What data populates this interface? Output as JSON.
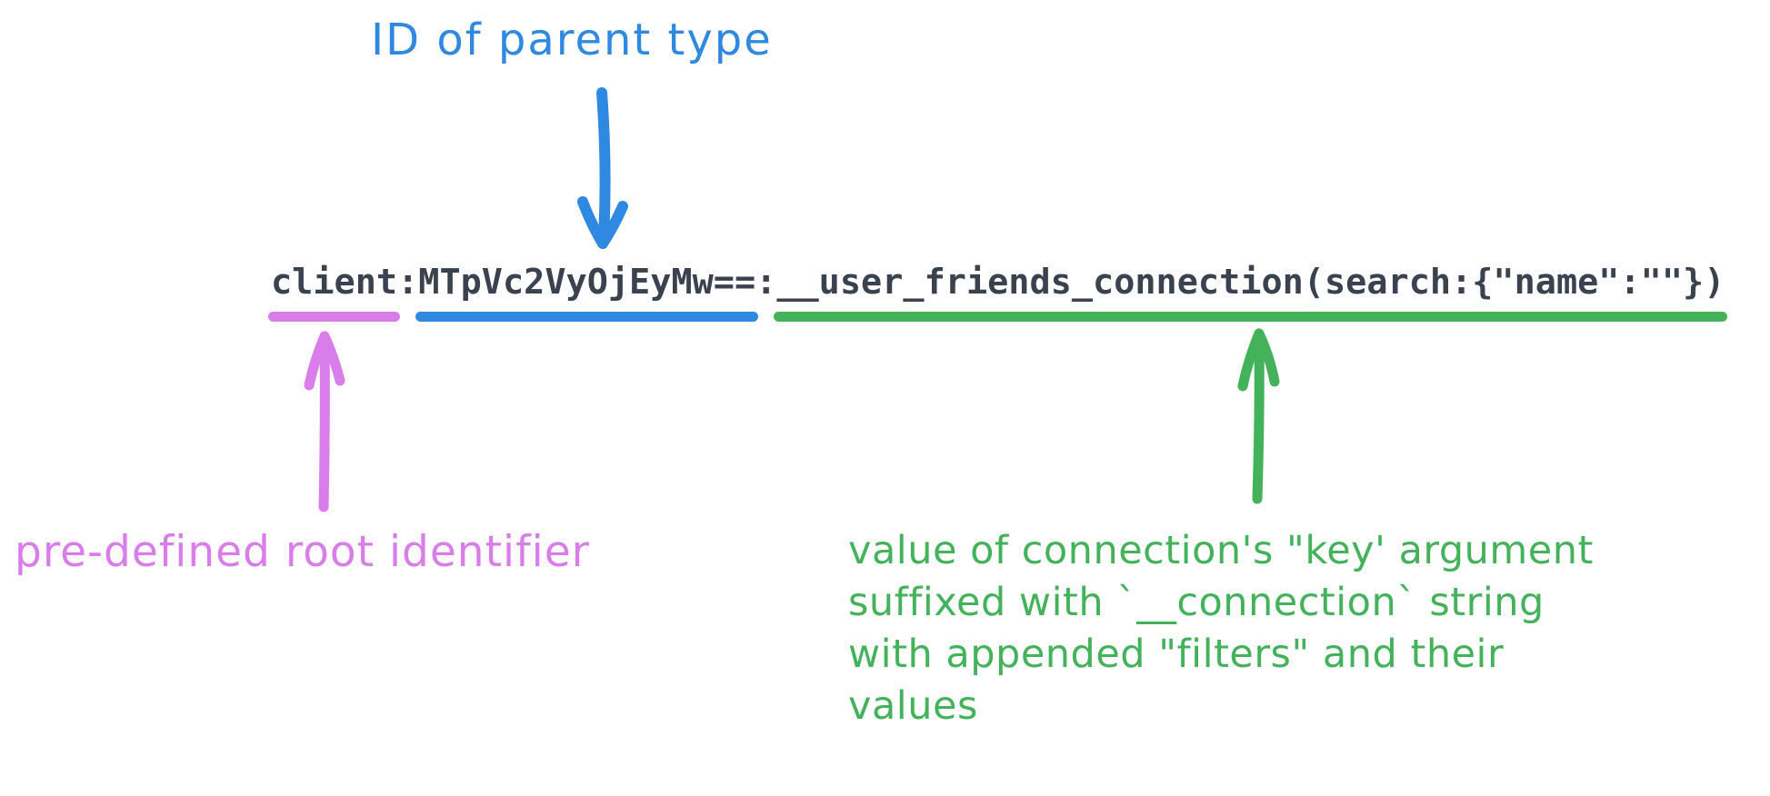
{
  "colors": {
    "blue": "#2f89e0",
    "purple": "#d97dea",
    "green": "#44b25a",
    "code": "#39424e",
    "background": "#ffffff"
  },
  "annotations": {
    "parent_id_label": "ID of parent type",
    "root_label": "pre-defined root identifier",
    "connection_note_lines": [
      "value of connection's \"key' argument",
      "suffixed with `__connection` string",
      "with appended \"filters\" and their",
      "values"
    ]
  },
  "cache_key": {
    "full": "client:MTpVc2VyOjEyMw==:__user_friends_connection(search:{\"name\":\"\"})",
    "segments": {
      "root": "client",
      "separator1": ":",
      "parent_id": "MTpVc2VyOjEyMw==",
      "separator2": ":",
      "connection": "__user_friends_connection(search:{\"name\":\"\"})"
    }
  }
}
